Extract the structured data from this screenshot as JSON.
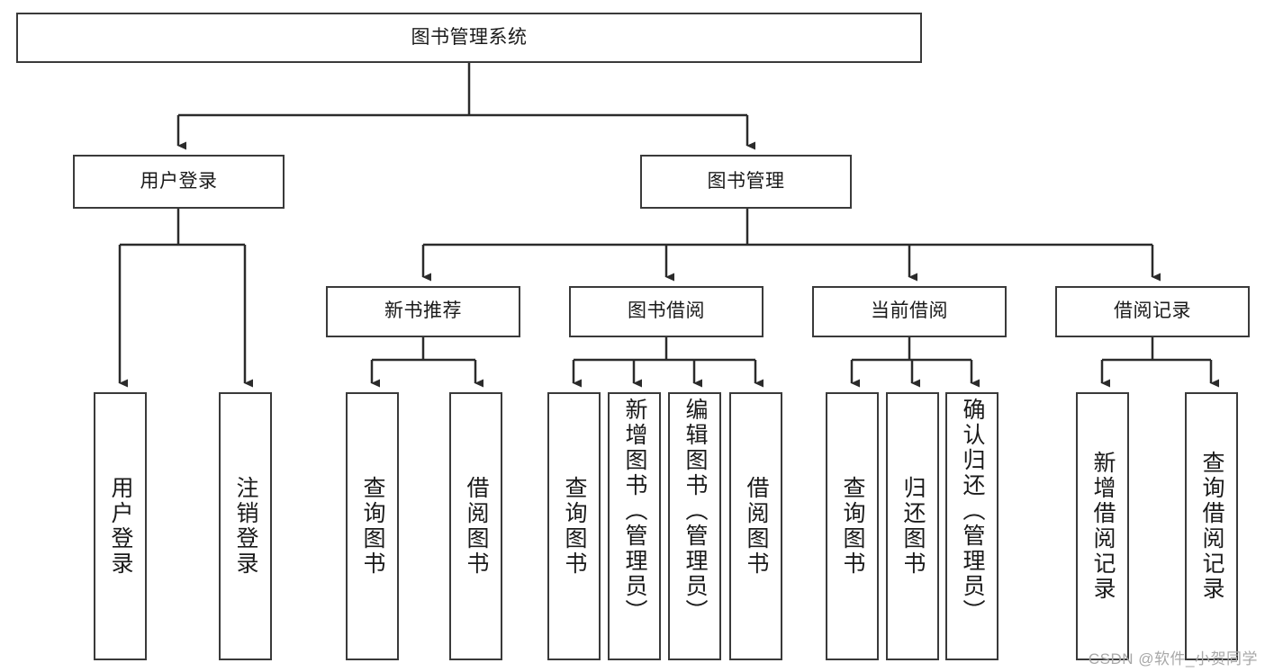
{
  "diagram": {
    "title": "图书管理系统",
    "type": "tree-hierarchy",
    "watermark": "CSDN @软件_小贺同学",
    "colors": {
      "box_border": "#3a3a3a",
      "box_fill": "#ffffff",
      "edge": "#2b2b2b",
      "text": "#1a1a1a",
      "watermark": "#a8a8a8"
    },
    "nodes": {
      "root": {
        "label": "图书管理系统"
      },
      "level2": [
        {
          "id": "user-login",
          "label": "用户登录"
        },
        {
          "id": "book-manage",
          "label": "图书管理"
        }
      ],
      "level3": [
        {
          "id": "new-book-rec",
          "label": "新书推荐"
        },
        {
          "id": "book-borrow",
          "label": "图书借阅"
        },
        {
          "id": "current-borrow",
          "label": "当前借阅"
        },
        {
          "id": "borrow-record",
          "label": "借阅记录"
        }
      ],
      "leaves": [
        {
          "id": "leaf-user-login",
          "label": "用户登录"
        },
        {
          "id": "leaf-user-logout",
          "label": "注销登录"
        },
        {
          "id": "leaf-query-book-1",
          "label": "查询图书"
        },
        {
          "id": "leaf-borrow-book-1",
          "label": "借阅图书"
        },
        {
          "id": "leaf-query-book-2",
          "label": "查询图书"
        },
        {
          "id": "leaf-add-book",
          "label": "新增图书（管理员）"
        },
        {
          "id": "leaf-edit-book",
          "label": "编辑图书（管理员）"
        },
        {
          "id": "leaf-borrow-book-2",
          "label": "借阅图书"
        },
        {
          "id": "leaf-query-book-3",
          "label": "查询图书"
        },
        {
          "id": "leaf-return-book",
          "label": "归还图书"
        },
        {
          "id": "leaf-confirm-return",
          "label": "确认归还（管理员）"
        },
        {
          "id": "leaf-add-record",
          "label": "新增借阅记录"
        },
        {
          "id": "leaf-query-record",
          "label": "查询借阅记录"
        }
      ]
    }
  }
}
